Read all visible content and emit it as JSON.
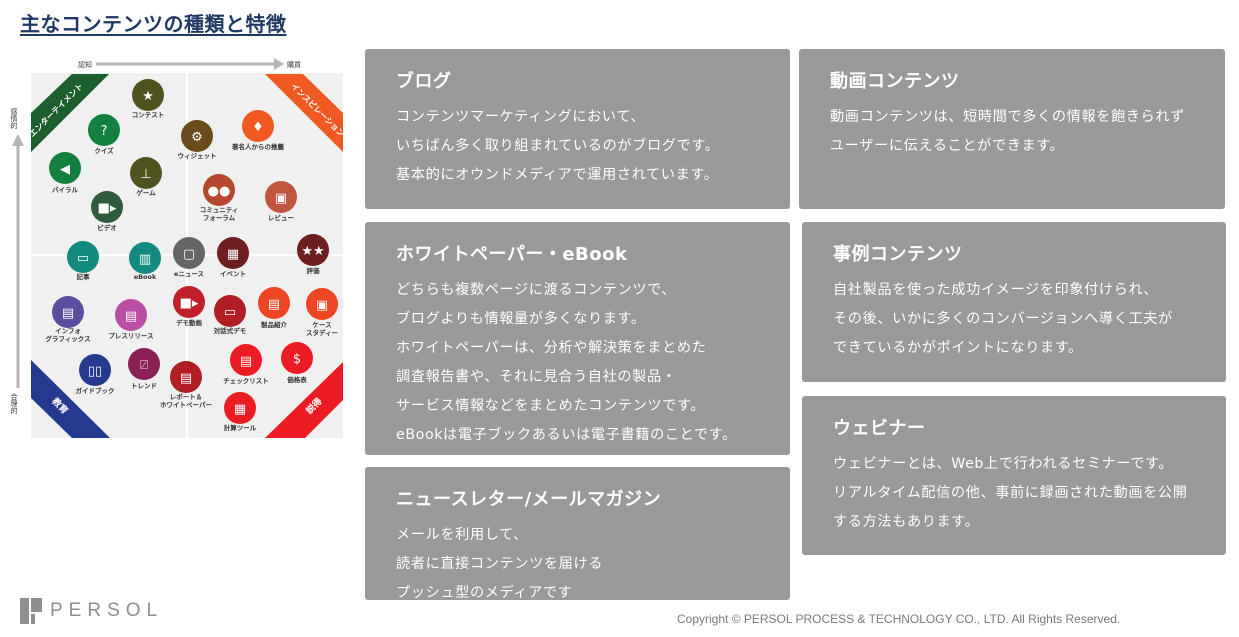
{
  "title": "主なコンテンツの種類と特徴",
  "diagram": {
    "axis_top_left": "認知",
    "axis_top_right": "購買",
    "axis_left_top": "感情的",
    "axis_left_bottom": "合理的",
    "quadrants": [
      {
        "label": "エンターテイメント",
        "color": "#1d5e2e"
      },
      {
        "label": "インスピレーション",
        "color": "#f05a22"
      },
      {
        "label": "教育",
        "color": "#253a8e"
      },
      {
        "label": "説得",
        "color": "#ed1c24"
      }
    ],
    "items": [
      {
        "labels": [
          "コンテスト"
        ],
        "color": "#4f5320",
        "icon": "star-icon"
      },
      {
        "labels": [
          "クイズ"
        ],
        "color": "#13803f",
        "icon": "lightbulb-icon"
      },
      {
        "labels": [
          "ウィジェット"
        ],
        "color": "#6b4a1c",
        "icon": "gear-icon"
      },
      {
        "labels": [
          "著名人からの推薦"
        ],
        "color": "#f05a22",
        "icon": "microphone-icon"
      },
      {
        "labels": [
          "バイラル"
        ],
        "color": "#13803f",
        "icon": "megaphone-icon"
      },
      {
        "labels": [
          "ゲーム"
        ],
        "color": "#4f5320",
        "icon": "joystick-icon"
      },
      {
        "labels": [
          "コミュニティ",
          "フォーラム"
        ],
        "color": "#b5482f",
        "icon": "chat-icon"
      },
      {
        "labels": [
          "レビュー"
        ],
        "color": "#c05540",
        "icon": "review-icon"
      },
      {
        "labels": [
          "ビデオ"
        ],
        "color": "#2e5b3b",
        "icon": "video-camera-icon"
      },
      {
        "labels": [
          "記事"
        ],
        "color": "#128a80",
        "icon": "article-icon"
      },
      {
        "labels": [
          "eBook"
        ],
        "color": "#128a80",
        "icon": "book-icon"
      },
      {
        "labels": [
          "eニュース"
        ],
        "color": "#666666",
        "icon": "monitor-icon"
      },
      {
        "labels": [
          "イベント"
        ],
        "color": "#6d1f1f",
        "icon": "calendar-icon"
      },
      {
        "labels": [
          "評価"
        ],
        "color": "#6d1f1f",
        "icon": "stars-icon"
      },
      {
        "labels": [
          "インフォ",
          "グラフィックス"
        ],
        "color": "#5a4f9e",
        "icon": "infographic-icon"
      },
      {
        "labels": [
          "プレスリリース"
        ],
        "color": "#b94fa4",
        "icon": "news-icon"
      },
      {
        "labels": [
          "デモ動画"
        ],
        "color": "#c0202a",
        "icon": "video-camera-icon"
      },
      {
        "labels": [
          "対話式デモ"
        ],
        "color": "#b01e24",
        "icon": "laptop-icon"
      },
      {
        "labels": [
          "製品紹介"
        ],
        "color": "#ee4523",
        "icon": "document-icon"
      },
      {
        "labels": [
          "ケース",
          "スタディー"
        ],
        "color": "#ee4523",
        "icon": "profile-card-icon"
      },
      {
        "labels": [
          "ガイドブック"
        ],
        "color": "#253a8e",
        "icon": "open-book-icon"
      },
      {
        "labels": [
          "トレンド"
        ],
        "color": "#8a1f55",
        "icon": "chart-board-icon"
      },
      {
        "labels": [
          "レポート＆",
          "ホワイトペーパー"
        ],
        "color": "#b01e24",
        "icon": "documents-icon"
      },
      {
        "labels": [
          "チェックリスト"
        ],
        "color": "#ed1c24",
        "icon": "clipboard-icon"
      },
      {
        "labels": [
          "価格表"
        ],
        "color": "#ed1c24",
        "icon": "price-icon"
      },
      {
        "labels": [
          "計算ツール"
        ],
        "color": "#ed1c24",
        "icon": "calculator-icon"
      }
    ]
  },
  "cards": [
    {
      "title": "ブログ",
      "lines": [
        "コンテンツマーケティングにおいて、",
        "いちばん多く取り組まれているのがブログです。",
        "基本的にオウンドメディアで運用されています。"
      ]
    },
    {
      "title": "動画コンテンツ",
      "lines": [
        "動画コンテンツは、短時間で多くの情報を飽きられず",
        "ユーザーに伝えることができます。"
      ]
    },
    {
      "title": "ホワイトペーパー・eBook",
      "lines": [
        "どちらも複数ページに渡るコンテンツで、",
        "ブログよりも情報量が多くなります。",
        "ホワイトペーパーは、分析や解決策をまとめた",
        "調査報告書や、それに見合う自社の製品・",
        "サービス情報などをまとめたコンテンツです。",
        "eBookは電子ブックあるいは電子書籍のことです。"
      ]
    },
    {
      "title": "事例コンテンツ",
      "lines": [
        "自社製品を使った成功イメージを印象付けられ、",
        "その後、いかに多くのコンバージョンへ導く工夫が",
        "できているかがポイントになります。"
      ]
    },
    {
      "title": "ニュースレター/メールマガジン",
      "lines": [
        "メールを利用して、",
        "読者に直接コンテンツを届ける",
        "プッシュ型のメディアです"
      ]
    },
    {
      "title": "ウェビナー",
      "lines": [
        "ウェビナーとは、Web上で行われるセミナーです。",
        "リアルタイム配信の他、事前に録画された動画を公開",
        "する方法もあります。"
      ]
    }
  ],
  "logo": "PERSOL",
  "copyright": "Copyright © PERSOL PROCESS & TECHNOLOGY CO., LTD. All Rights Reserved.",
  "colors": {
    "title": "#1f3864",
    "card_bg": "#98999b",
    "diagram_bg": "#f0f0f0"
  }
}
